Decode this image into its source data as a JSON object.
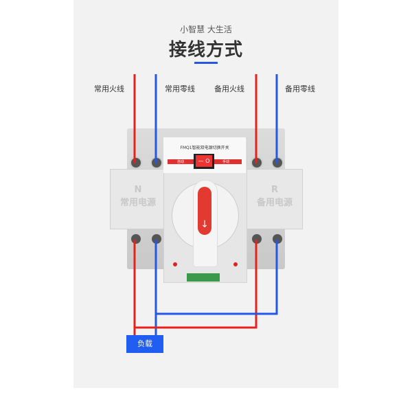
{
  "header": {
    "subtitle": "小智慧 大生活",
    "title": "接线方式"
  },
  "wire_labels": [
    "常用火线",
    "常用零线",
    "备用火线",
    "备用零线"
  ],
  "device": {
    "model": "FMQ1智能双电源切换开关",
    "auto_label": "自动",
    "manual_label": "手动",
    "rocker_text": "— O",
    "left_module": {
      "letter": "N",
      "text": "常用电源"
    },
    "right_module": {
      "letter": "R",
      "text": "备用电源"
    },
    "arrow": "↓"
  },
  "load_label": "负载",
  "colors": {
    "live": "#e8201c",
    "neutral": "#2457e6",
    "load_box": "#1f5ef0"
  }
}
